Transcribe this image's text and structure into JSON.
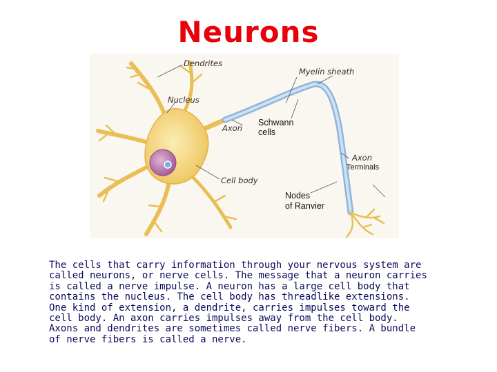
{
  "title": "Neurons",
  "figure": {
    "labels": {
      "dendrites": "Dendrites",
      "myelin_sheath": "Myelin sheath",
      "nucleus": "Nucleus",
      "axon": "Axon",
      "schwann_cells": [
        "Schwann",
        "cells"
      ],
      "axon_terminals": [
        "Axon",
        "Terminals"
      ],
      "cell_body": "Cell body",
      "nodes_of_ranvier": [
        "Nodes",
        "of Ranvier"
      ]
    },
    "colors": {
      "cell_body": "#f3d57a",
      "nucleus": "#c486b8",
      "myelin": "#a9c9e6",
      "title": "#e8000b",
      "text": "#0a0a5c"
    }
  },
  "body_text": "The cells that carry information through your nervous system are\ncalled neurons, or nerve cells. The message that a neuron carries\nis called a nerve impulse. A neuron has a large cell body that\ncontains the nucleus. The cell body has threadlike extensions.\nOne kind of extension, a dendrite, carries impulses toward the\ncell body. An axon carries impulses away from the cell body.\nAxons and dendrites are sometimes called nerve fibers. A bundle\nof nerve fibers is called a nerve."
}
